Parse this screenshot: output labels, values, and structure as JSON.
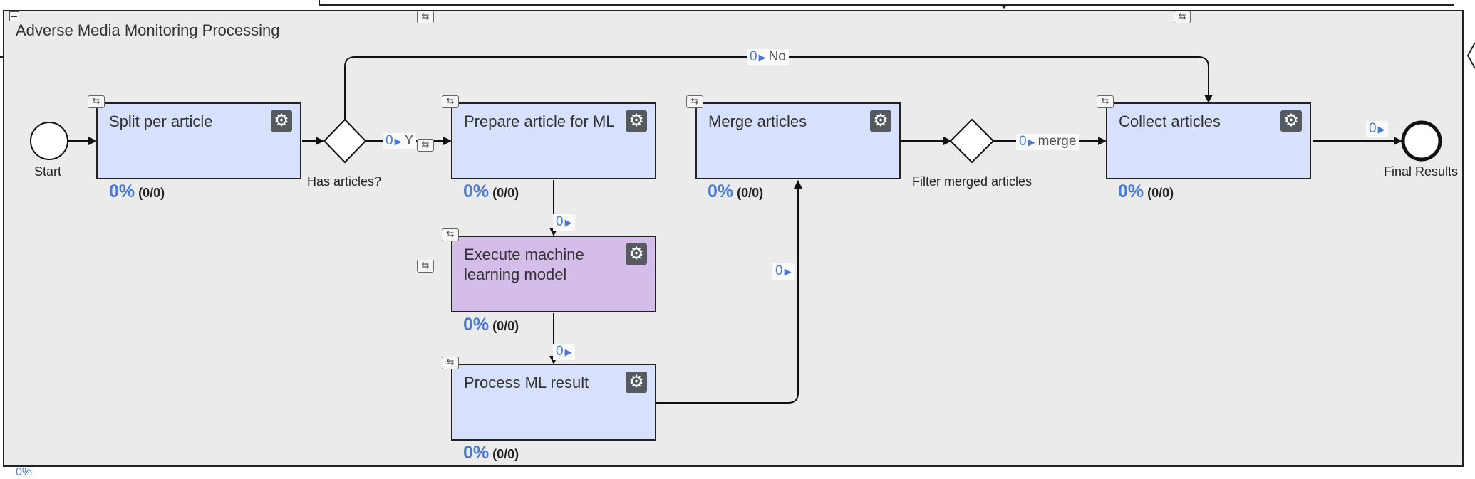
{
  "subprocess": {
    "title": "Adverse Media Monitoring Processing",
    "collapse_icon": "minus-square-icon"
  },
  "events": {
    "start": {
      "label": "Start"
    },
    "end": {
      "label": "Final Results"
    }
  },
  "gateways": {
    "has_articles": {
      "label": "Has articles?"
    },
    "filter": {
      "label": "Filter merged articles"
    }
  },
  "tasks": {
    "split": {
      "label": "Split per article",
      "percent": "0%",
      "count": "(0/0)"
    },
    "prepare": {
      "label": "Prepare article for ML",
      "percent": "0%",
      "count": "(0/0)"
    },
    "execute": {
      "label": "Execute machine learning model",
      "percent": "0%",
      "count": "(0/0)"
    },
    "process": {
      "label": "Process ML result",
      "percent": "0%",
      "count": "(0/0)"
    },
    "merge": {
      "label": "Merge articles",
      "percent": "0%",
      "count": "(0/0)"
    },
    "collect": {
      "label": "Collect articles",
      "percent": "0%",
      "count": "(0/0)"
    }
  },
  "flows": {
    "no": {
      "count": "0",
      "name": "No"
    },
    "yes": {
      "count": "0",
      "name": "Y"
    },
    "prep_exec": {
      "count": "0"
    },
    "exec_proc": {
      "count": "0"
    },
    "proc_merge": {
      "count": "0"
    },
    "merge_label": {
      "count": "0",
      "name": "merge"
    },
    "final": {
      "count": "0"
    }
  },
  "footer": {
    "partial_percent": "0%"
  },
  "icons": {
    "task_type": "gear-icon",
    "multi_instance": "loop-marker-icon"
  },
  "colors": {
    "task_fill": "#d7e1fb",
    "ml_task_fill": "#d5bde9",
    "accent": "#4a7bd4",
    "pool_fill": "#ebebeb"
  }
}
